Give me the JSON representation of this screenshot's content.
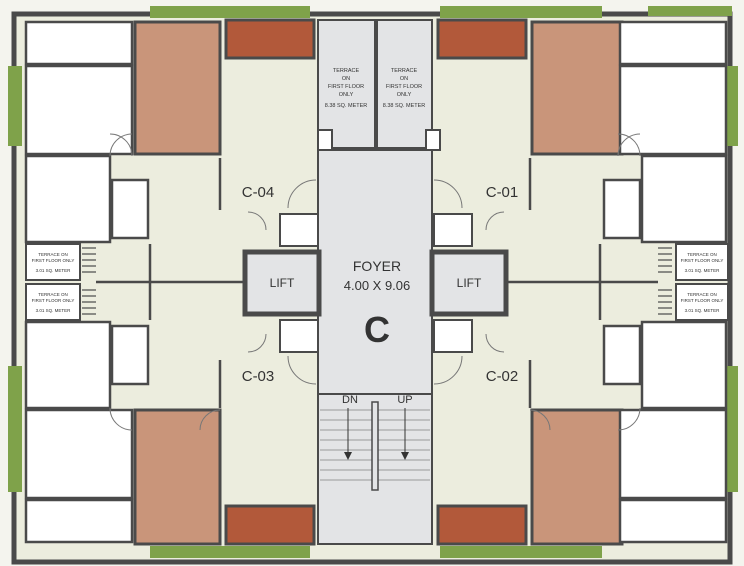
{
  "foyer": {
    "title": "FOYER",
    "size": "4.00 X 9.06",
    "block": "C"
  },
  "lifts": [
    {
      "label": "LIFT"
    },
    {
      "label": "LIFT"
    }
  ],
  "units": [
    {
      "label": "C-04"
    },
    {
      "label": "C-01"
    },
    {
      "label": "C-03"
    },
    {
      "label": "C-02"
    }
  ],
  "stairs": {
    "down": "DN",
    "up": "UP"
  },
  "terraces": {
    "top": [
      {
        "line1": "TERRACE",
        "line2": "ON",
        "line3": "FIRST FLOOR",
        "line4": "ONLY",
        "area": "8.38 SQ. METER"
      },
      {
        "line1": "TERRACE",
        "line2": "ON",
        "line3": "FIRST FLOOR",
        "line4": "ONLY",
        "area": "8.38 SQ. METER"
      }
    ],
    "side": [
      {
        "line1": "TERRACE ON",
        "line2": "FIRST FLOOR ONLY",
        "area": "3.01 SQ. METER"
      },
      {
        "line1": "TERRACE ON",
        "line2": "FIRST FLOOR ONLY",
        "area": "3.01 SQ. METER"
      },
      {
        "line1": "TERRACE ON",
        "line2": "FIRST FLOOR ONLY",
        "area": "3.01 SQ. METER"
      },
      {
        "line1": "TERRACE ON",
        "line2": "FIRST FLOOR ONLY",
        "area": "3.01 SQ. METER"
      }
    ]
  },
  "colors": {
    "wall": "#4a4a4a",
    "floor": "#ecedde",
    "foyer": "#e3e4e6",
    "wood": "#c9957a",
    "balcony": "#b2593a",
    "greenery": "#7fa24a",
    "room_white": "#ffffff"
  }
}
